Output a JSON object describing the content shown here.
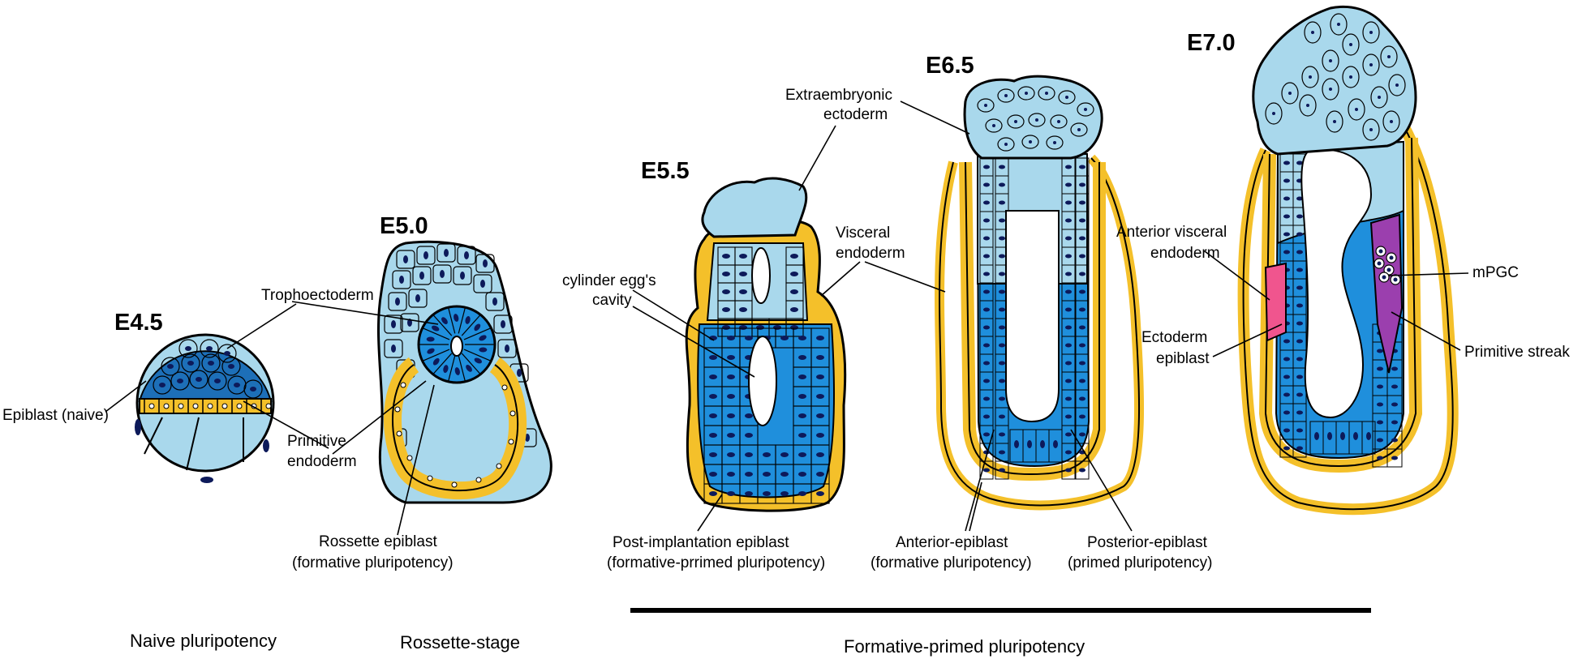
{
  "colors": {
    "trophectoderm": "#a9d8ec",
    "epiblast": "#1f8fdc",
    "epiblast_dark": "#1d6fb8",
    "endoderm": "#f4c02a",
    "nucleus": "#0d1a5a",
    "avm": "#f0558e",
    "primitive_streak": "#9b3fae",
    "outline": "#000000"
  },
  "stages": {
    "e45": "E4.5",
    "e50": "E5.0",
    "e55": "E5.5",
    "e65": "E6.5",
    "e70": "E7.0"
  },
  "labels": {
    "epiblast_naive": "Epiblast (naive)",
    "trophoectoderm": "Trophoectoderm",
    "primitive_endoderm_1": "Primitive",
    "primitive_endoderm_2": "endoderm",
    "rossette_1": "Rossette epiblast",
    "rossette_2": "(formative pluripotency)",
    "extraembryonic_1": "Extraembryonic",
    "extraembryonic_2": "ectoderm",
    "cylinder_1": "cylinder egg's",
    "cylinder_2": "cavity",
    "visceral_1": "Visceral",
    "visceral_2": "endoderm",
    "post_impl_1": "Post-implantation epiblast",
    "post_impl_2": "(formative-prrimed  pluripotency)",
    "anterior_epi_1": "Anterior-epiblast",
    "anterior_epi_2": "(formative pluripotency)",
    "posterior_epi_1": "Posterior-epiblast",
    "posterior_epi_2": "(primed pluripotency)",
    "avm_1": "Anterior visceral",
    "avm_2": "endoderm",
    "mpgc": "mPGC",
    "ectoderm_1": "Ectoderm",
    "ectoderm_2": "epiblast",
    "primitive_streak": "Primitive streak"
  },
  "bottom": {
    "naive": "Naive pluripotency",
    "rossette": "Rossette-stage",
    "formative": "Formative-primed pluripotency"
  }
}
